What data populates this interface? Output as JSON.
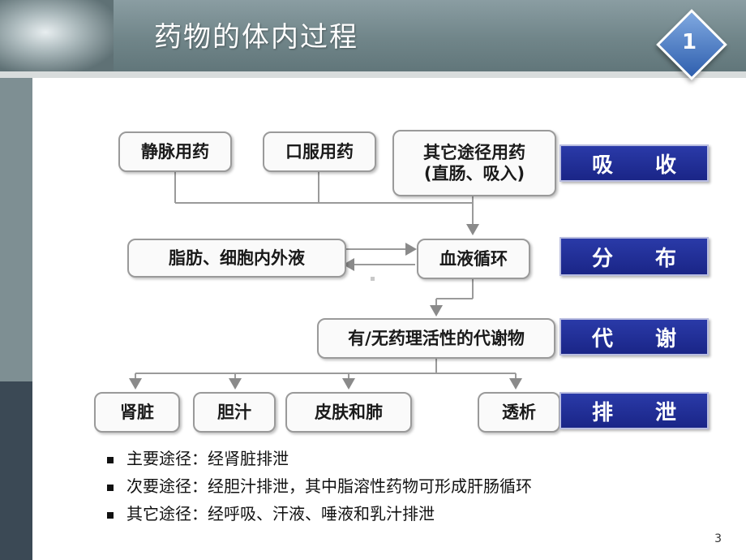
{
  "header": {
    "title": "药物的体内过程",
    "badge": "1"
  },
  "flow": {
    "routes": [
      "静脉用药",
      "口服用药"
    ],
    "other_route_line1": "其它途径用药",
    "other_route_line2": "(直肠、吸入)",
    "tissue_fluid": "脂肪、细胞内外液",
    "blood": "血液循环",
    "metabolite": "有/无药理活性的代谢物",
    "excretion": [
      "肾脏",
      "胆汁",
      "皮肤和肺",
      "透析"
    ]
  },
  "stages": [
    {
      "a": "吸",
      "b": "收"
    },
    {
      "a": "分",
      "b": "布"
    },
    {
      "a": "代",
      "b": "谢"
    },
    {
      "a": "排",
      "b": "泄"
    }
  ],
  "bullets": [
    "主要途径：经肾脏排泄",
    "次要途径：经胆汁排泄，其中脂溶性药物可形成肝肠循环",
    "其它途径：经呼吸、汗液、唾液和乳汁排泄"
  ],
  "page_number": "3"
}
